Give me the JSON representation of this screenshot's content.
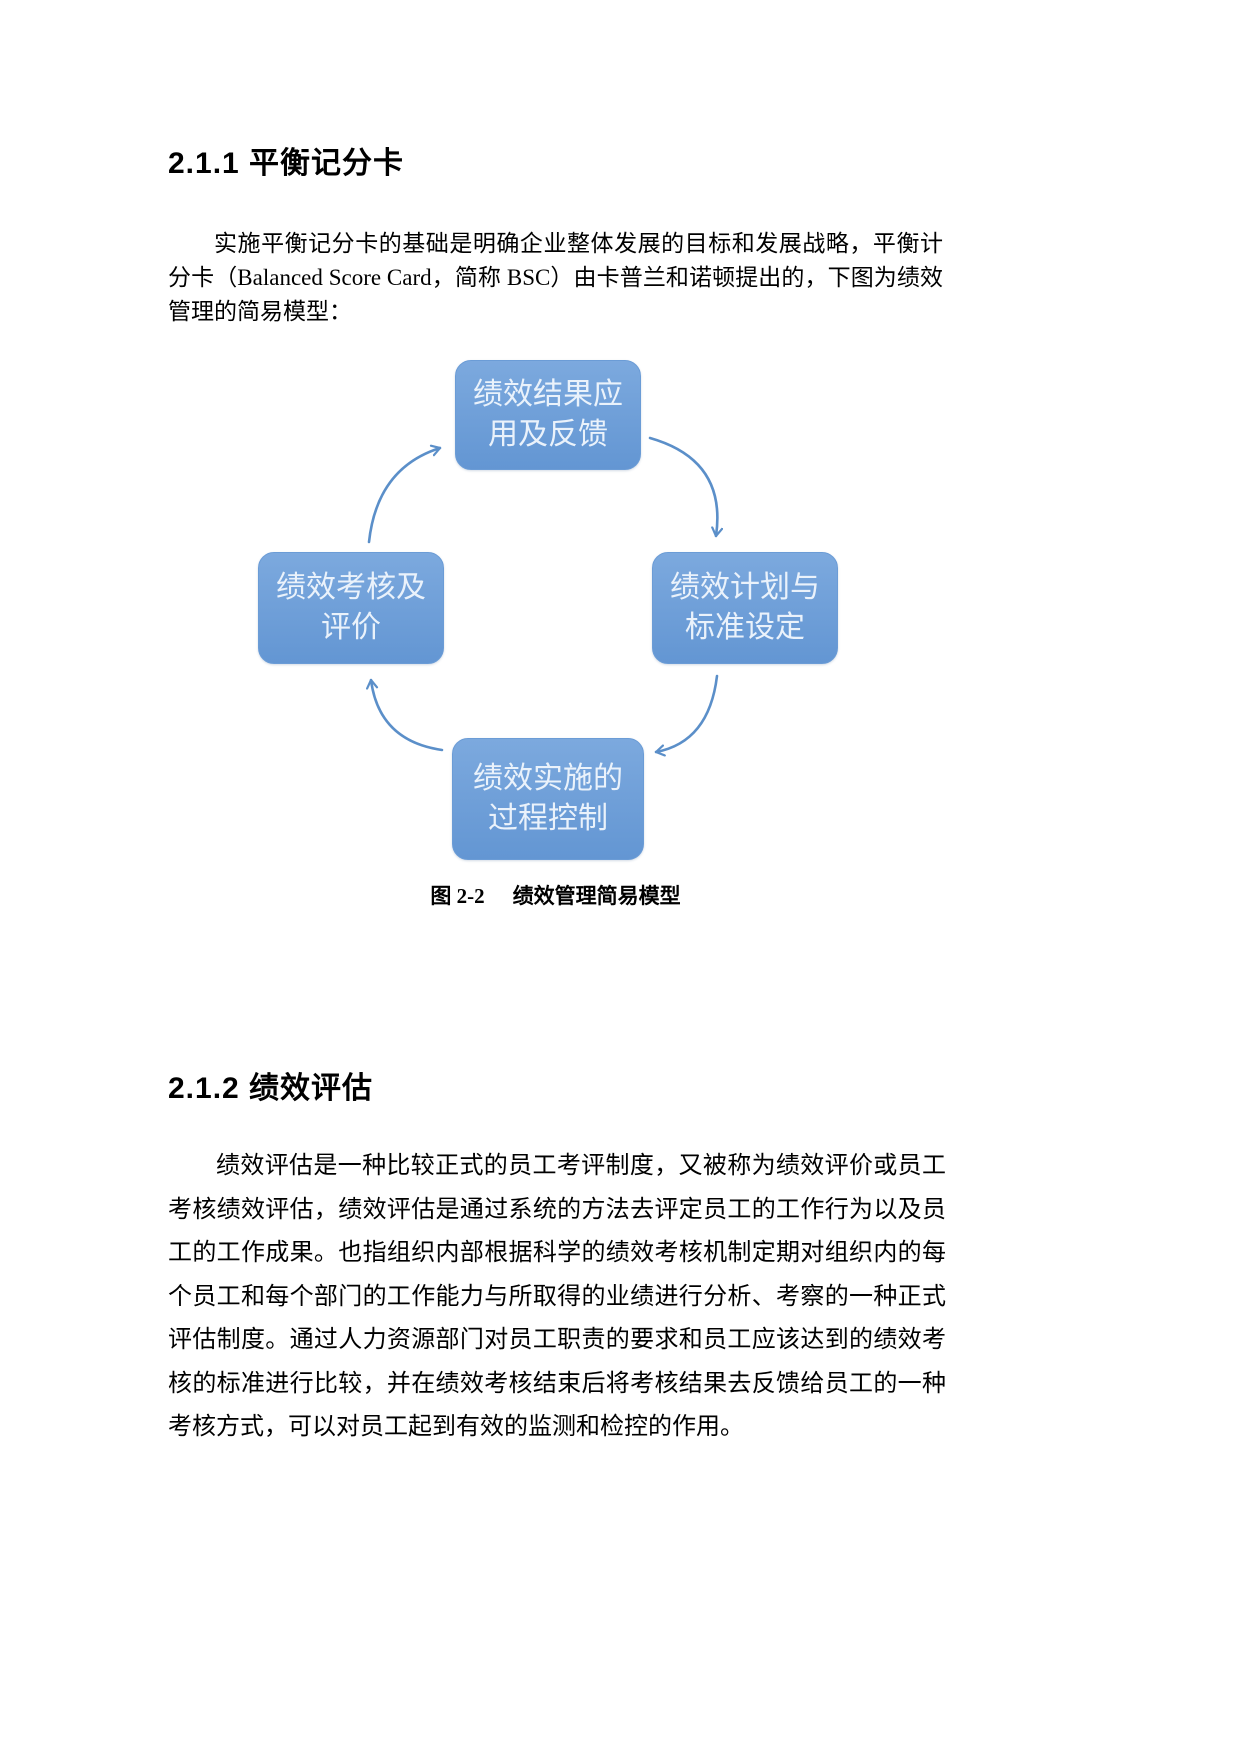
{
  "theme": {
    "node_fill_top": "#7CA9DE",
    "node_fill_bottom": "#6396D3",
    "node_border": "#6B9CD6",
    "node_text_color": "#EAF2FB",
    "arrow_color": "#5B8FC9",
    "text_color": "#000000"
  },
  "section_bsc": {
    "heading": "2.1.1 平衡记分卡",
    "paragraph": "实施平衡记分卡的基础是明确企业整体发展的目标和发展战略，平衡计分卡（Balanced Score Card，简称 BSC）由卡普兰和诺顿提出的，下图为绩效管理的简易模型："
  },
  "diagram": {
    "node_top": "绩效结果应用及反馈",
    "node_right": "绩效计划与标准设定",
    "node_bottom": "绩效实施的过程控制",
    "node_left": "绩效考核及评价",
    "caption_label": "图 2-2",
    "caption_text": "绩效管理简易模型"
  },
  "section_appraisal": {
    "heading": "2.1.2 绩效评估",
    "paragraph": "绩效评估是一种比较正式的员工考评制度，又被称为绩效评价或员工考核绩效评估，绩效评估是通过系统的方法去评定员工的工作行为以及员工的工作成果。也指组织内部根据科学的绩效考核机制定期对组织内的每个员工和每个部门的工作能力与所取得的业绩进行分析、考察的一种正式评估制度。通过人力资源部门对员工职责的要求和员工应该达到的绩效考核的标准进行比较，并在绩效考核结束后将考核结果去反馈给员工的一种考核方式，可以对员工起到有效的监测和检控的作用。"
  }
}
